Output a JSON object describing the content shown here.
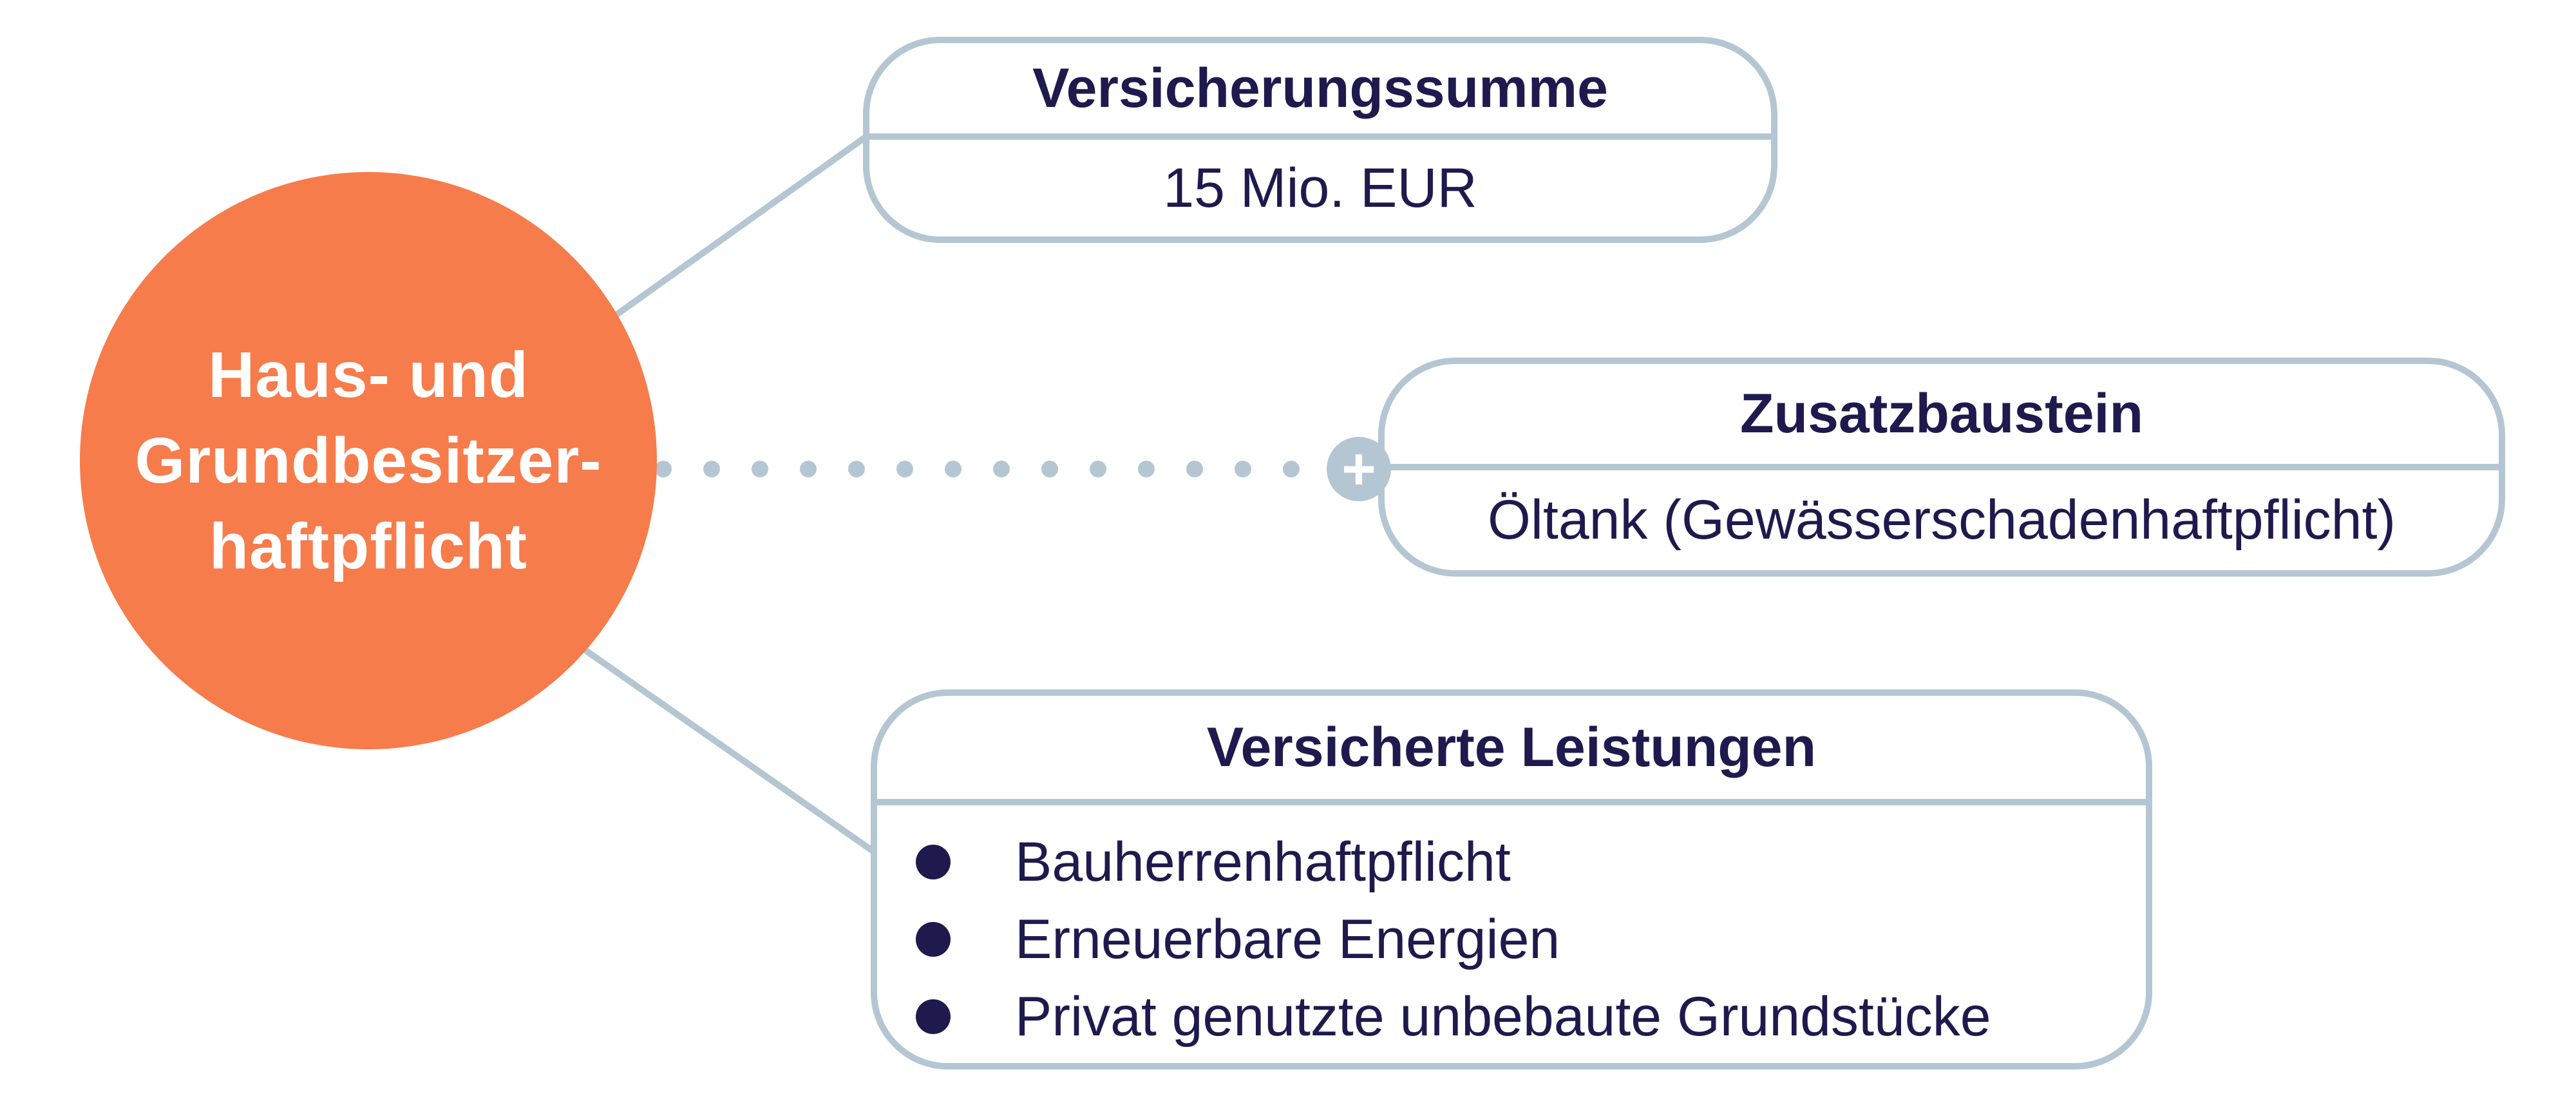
{
  "center": {
    "label": "Haus- und\nGrundbesitzer-\nhaftpflicht"
  },
  "boxes": {
    "sum": {
      "title": "Versicherungssumme",
      "value": "15 Mio. EUR"
    },
    "extra": {
      "title": "Zusatzbaustein",
      "value": "Öltank (Gewässerschadenhaftpflicht)",
      "badge": "+"
    },
    "services": {
      "title": "Versicherte Leistungen",
      "items": [
        "Bauherrenhaftpflicht",
        "Erneuerbare Energien",
        "Privat genutzte unbebaute Grundstücke"
      ]
    }
  },
  "colors": {
    "accent": "#f77c4b",
    "border": "#b5c6d3",
    "text": "#1f1a4d"
  }
}
